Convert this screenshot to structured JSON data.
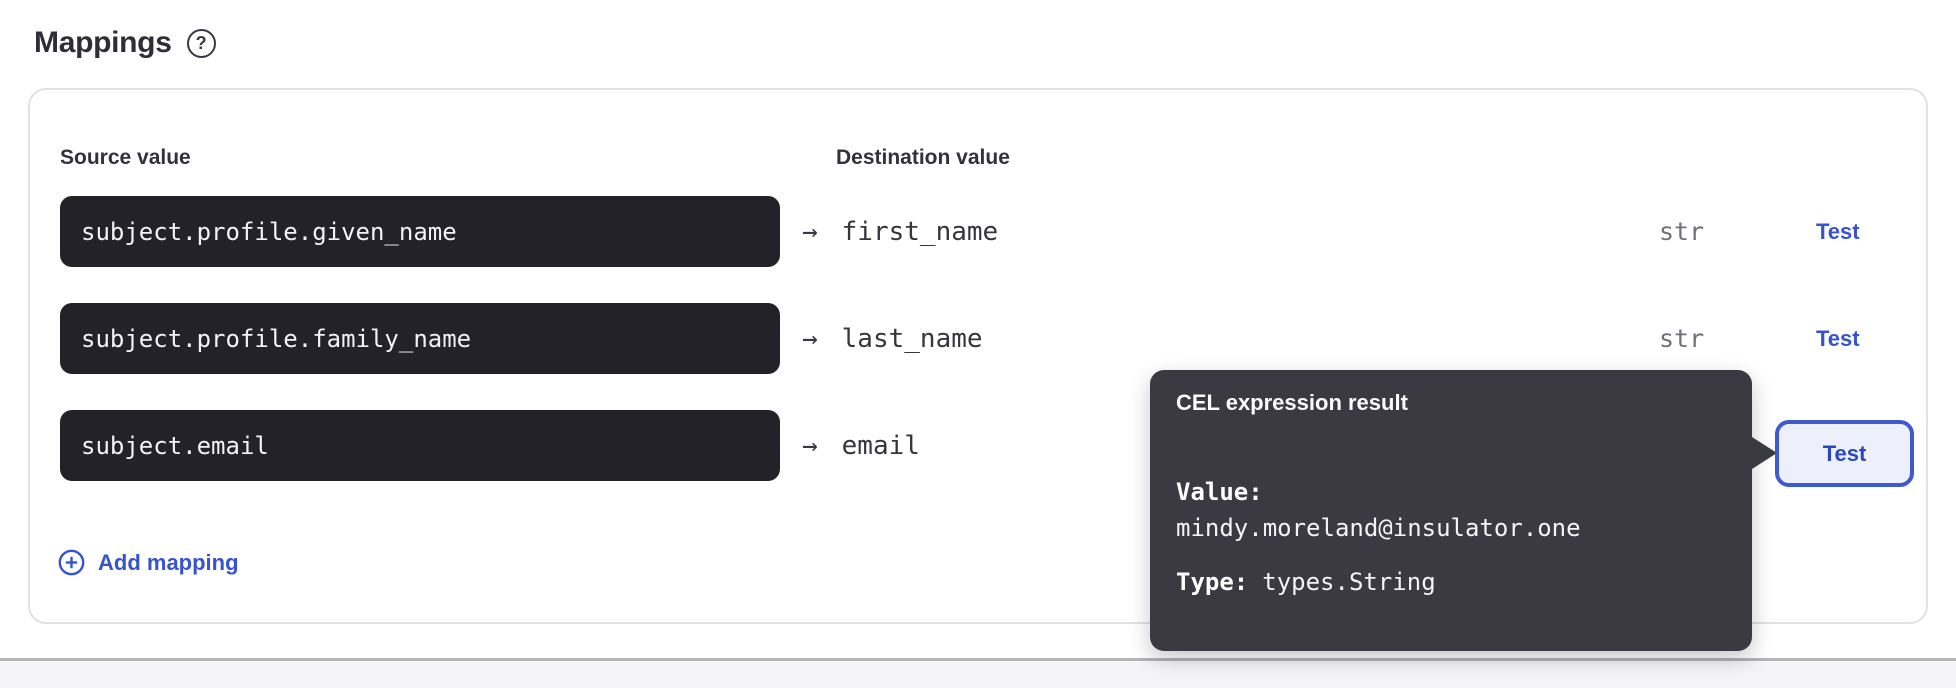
{
  "page": {
    "title": "Mappings",
    "help_icon_glyph": "?"
  },
  "card": {
    "columns": {
      "source": "Source value",
      "destination": "Destination value"
    },
    "arrow_glyph": "→",
    "rows": [
      {
        "source": "subject.profile.given_name",
        "destination": "first_name",
        "type": "str",
        "test_label": "Test"
      },
      {
        "source": "subject.profile.family_name",
        "destination": "last_name",
        "type": "str",
        "test_label": "Test"
      },
      {
        "source": "subject.email",
        "destination": "email",
        "test_label": "Test"
      }
    ],
    "add_mapping_label": "Add mapping"
  },
  "tooltip": {
    "title": "CEL expression result",
    "value_label": "Value:",
    "value": "mindy.moreland@insulator.one",
    "type_label": "Type:",
    "type": "types.String"
  },
  "colors": {
    "accent": "#3754cd",
    "accent-dark": "#2b47bf",
    "text-dark": "#2f2e36",
    "text-mono": "#36353d",
    "muted": "#70707a",
    "input-bg": "#232228",
    "input-text": "#f2f2f4",
    "card-border": "#e0e1e4",
    "tooltip-bg": "#3b3942",
    "tooltip-text": "#f4f3f6",
    "test-btn-bg": "#edf0fa",
    "test-btn-border": "#3e5ace",
    "divider": "#b3b4b8",
    "footer-bg": "#f5f5f7"
  }
}
